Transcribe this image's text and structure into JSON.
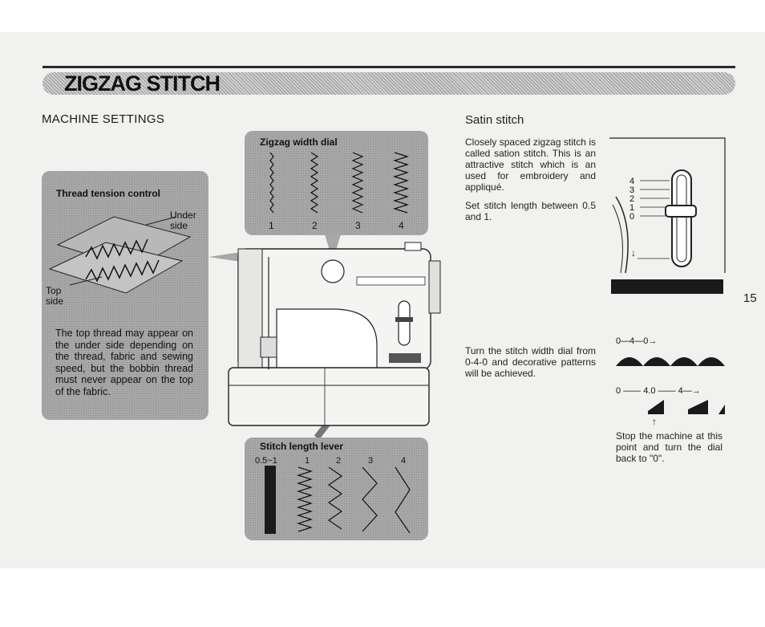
{
  "header": {
    "title": "ZIGZAG STITCH"
  },
  "machine_settings": {
    "heading": "MACHINE SETTINGS"
  },
  "thread_tension": {
    "title": "Thread tension control",
    "under_label": "Under side",
    "top_label": "Top side",
    "text": "The top thread may appear on the under side depending on the thread, fabric and sewing speed, but the bobbin thread must never appear on the top of the fabric."
  },
  "zigzag_width": {
    "title": "Zigzag width dial",
    "numbers": [
      "1",
      "2",
      "3",
      "4"
    ]
  },
  "stitch_length": {
    "title": "Stitch length lever",
    "numbers": [
      "0.5~1",
      "1",
      "2",
      "3",
      "4"
    ]
  },
  "satin": {
    "title": "Satin stitch",
    "para1": "Closely spaced zigzag stitch is called sation stitch. This is an attractive stitch which is an used for embroidery and appliqué.",
    "para2": "Set stitch length between 0.5 and 1.",
    "lever_scale": [
      "4",
      "3",
      "2",
      "1",
      "0"
    ]
  },
  "page_number": "15",
  "decorative": {
    "text": "Turn the stitch width dial from 0-4-0 and decorative patterns will be achieved.",
    "pattern1_label": "0—4—0→",
    "pattern2_label": "0 —— 4.0 —— 4—→",
    "stop_note": "Stop the machine at this point and turn the dial back to \"0\"."
  }
}
